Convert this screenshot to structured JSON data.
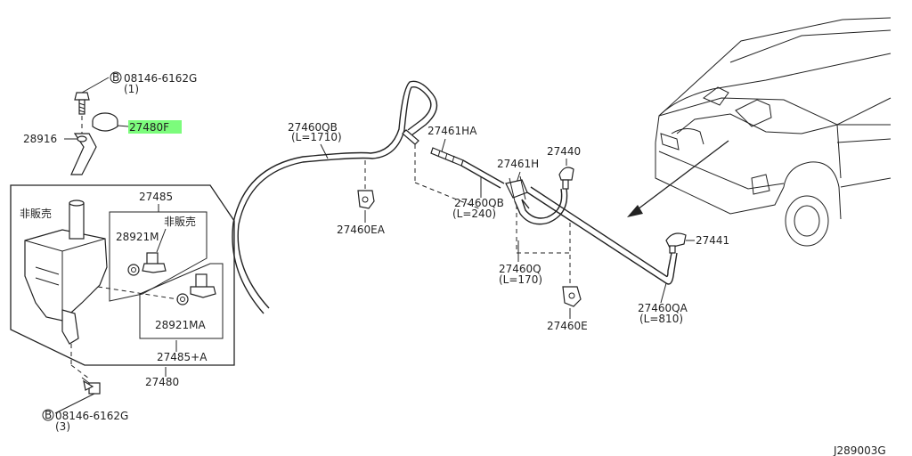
{
  "labels": {
    "bolt_top": "08146-6162G",
    "bolt_top_qty": "(1)",
    "cap": "27480F",
    "bracket": "28916",
    "hose_qb_top": "27460QB",
    "hose_qb_top_len": "(L=1710)",
    "joint_ha": "27461HA",
    "nozzle": "27440",
    "joint_h": "27461H",
    "hose_qb_mid": "27460QB",
    "hose_qb_mid_len": "(L=240)",
    "clip_ea": "27460EA",
    "tank_assy": "27485",
    "not_for_sale_1": "非販売",
    "not_for_sale_2": "非販売",
    "pump_m": "28921M",
    "pump_ma": "28921MA",
    "tank_assy_a": "27485+A",
    "tank_assy_main": "27480",
    "hose_q": "27460Q",
    "hose_q_len": "(L=170)",
    "clip_e": "27460E",
    "nozzle_2": "27441",
    "hose_qa": "27460QA",
    "hose_qa_len": "(L=810)",
    "bolt_bottom": "08146-6162G",
    "bolt_bottom_qty": "(3)",
    "bolt_marker_top": "B",
    "bolt_marker_bottom": "B",
    "drawing_code": "J289003G"
  },
  "highlight_color": "#7CFC7C"
}
